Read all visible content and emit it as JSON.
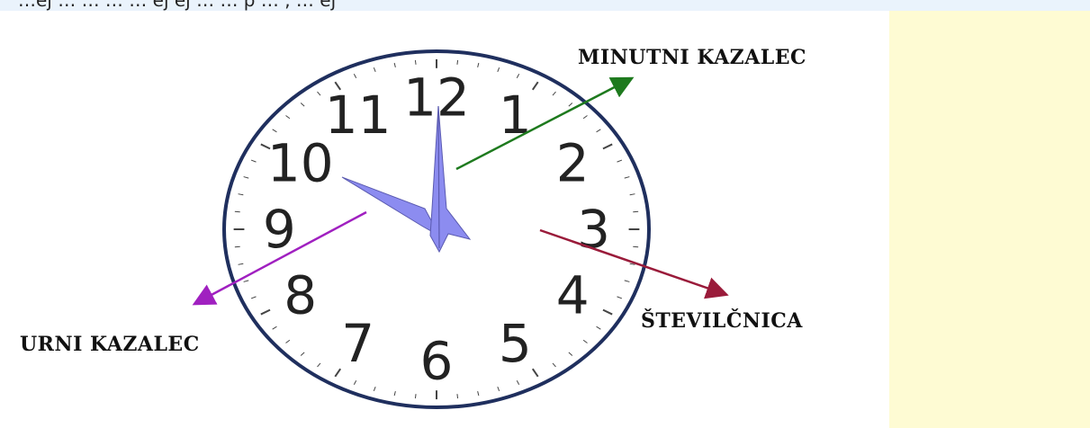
{
  "top_strip_text": "…ej … … … … ej ej … … p … , … ej",
  "labels": {
    "minute_hand": "MINUTNI KAZALEC",
    "hour_hand": "URNI KAZALEC",
    "dial": "ŠTEVILČNICA"
  },
  "clock_numerals": [
    "12",
    "1",
    "2",
    "3",
    "4",
    "5",
    "6",
    "7",
    "8",
    "9",
    "10",
    "11"
  ],
  "colors": {
    "top_strip": "#eaf3fc",
    "side_panel": "#fefbd3",
    "clock_rim": "#1f2f5e",
    "hands": "#8c8cf0",
    "minute_arrow": "#1e7a1e",
    "hour_arrow": "#a020c0",
    "dial_arrow": "#9a1b3a"
  }
}
